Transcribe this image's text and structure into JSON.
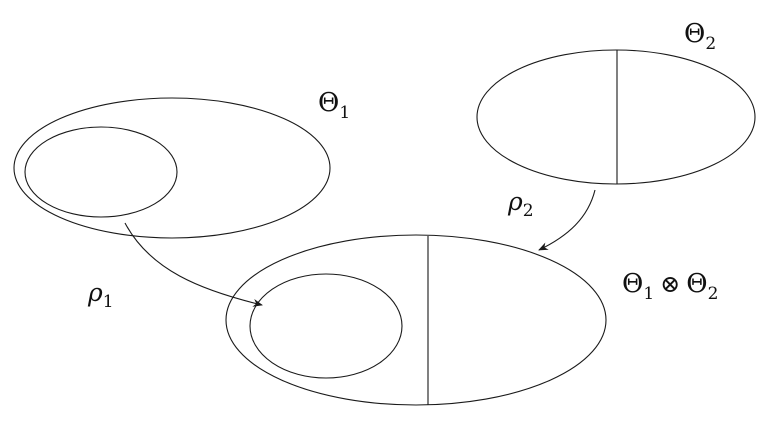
{
  "labels": {
    "theta1": {
      "base": "Θ",
      "sub": "1"
    },
    "theta2": {
      "base": "Θ",
      "sub": "2"
    },
    "product": {
      "left": "Θ",
      "left_sub": "1",
      "operator": "⊗",
      "right": "Θ",
      "right_sub": "2"
    },
    "rho1": {
      "base": "ρ",
      "sub": "1"
    },
    "rho2": {
      "base": "ρ",
      "sub": "2"
    }
  }
}
